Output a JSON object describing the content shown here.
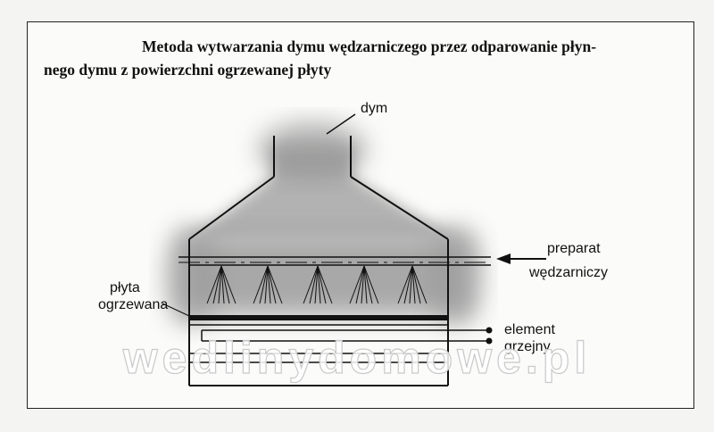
{
  "title": {
    "line1": "Metoda wytwarzania dymu wędzarniczego przez odparowanie płyn-",
    "line2": "nego dymu z powierzchni ogrzewanej płyty"
  },
  "labels": {
    "smoke": "dym",
    "preparation_line1": "preparat",
    "preparation_line2": "wędzarniczy",
    "plate_line1": "płyta",
    "plate_line2": "ogrzewana",
    "element_line1": "element",
    "element_line2": "grzejny"
  },
  "watermark": "wedlinydomowe.pl",
  "colors": {
    "line": "#111111",
    "smoke": "#9a9a9a",
    "watermark_stroke": "#c9c9c9"
  },
  "icons": {
    "arrow": "left-arrow",
    "spray": "spray-fan"
  }
}
